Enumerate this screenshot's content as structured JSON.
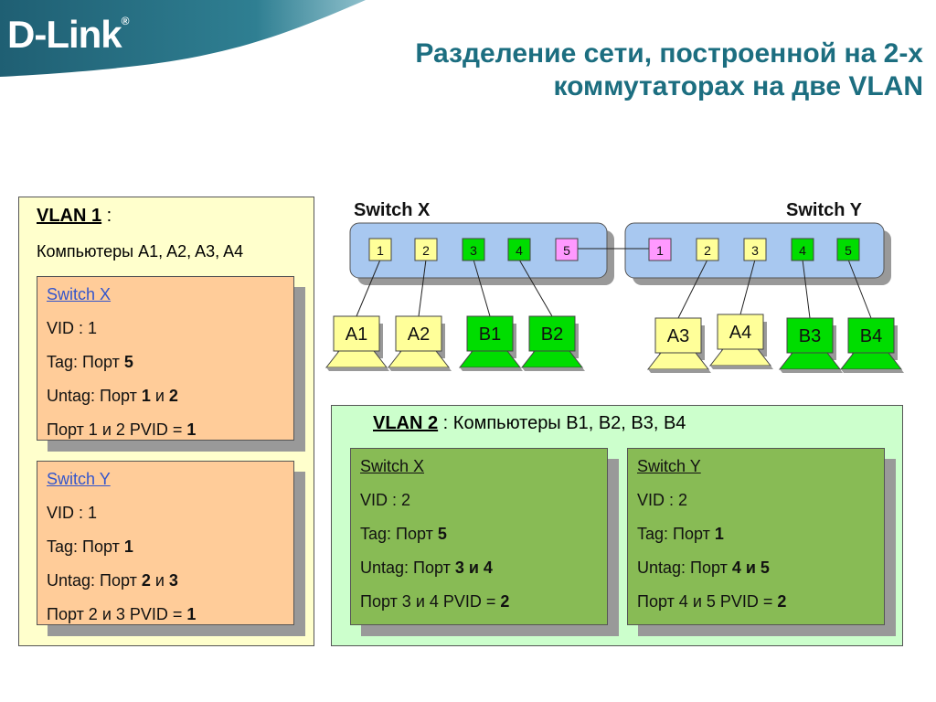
{
  "brand": "D-Link",
  "title": {
    "line1": "Разделение сети, построенной на 2-х",
    "line2": "коммутаторах на две VLAN"
  },
  "diagram": {
    "switch_x_label": "Switch X",
    "switch_y_label": "Switch Y",
    "ports": [
      "1",
      "2",
      "3",
      "4",
      "5"
    ],
    "computers_x": [
      "A1",
      "A2",
      "B1",
      "B2"
    ],
    "computers_y": [
      "A3",
      "A4",
      "B3",
      "B4"
    ]
  },
  "vlan1": {
    "name": "VLAN 1",
    "colon": " :",
    "computers": "Компьютеры A1, A2, A3, A4",
    "switch_x": {
      "header": "Switch X",
      "vid": "VID : 1",
      "tag_prefix": "Tag: Порт ",
      "tag_port": "5",
      "untag_prefix": "Untag: Порт ",
      "untag_p1": "1",
      "untag_and": " и ",
      "untag_p2": "2",
      "pvid_prefix": "Порт 1 и 2  PVID = ",
      "pvid_value": "1"
    },
    "switch_y": {
      "header": "Switch Y",
      "vid": "VID : 1",
      "tag_prefix": "Tag: Порт ",
      "tag_port": "1",
      "untag_prefix": "Untag: Порт ",
      "untag_p1": "2",
      "untag_and": " и ",
      "untag_p2": "3",
      "pvid_prefix": "Порт 2 и 3  PVID = ",
      "pvid_value": "1"
    }
  },
  "vlan2": {
    "name": "VLAN 2",
    "computers": " : Компьютеры B1, B2, B3, B4",
    "switch_x": {
      "header": "Switch X",
      "vid": "VID : 2",
      "tag_prefix": "Tag: Порт ",
      "tag_port": "5",
      "untag_prefix": "Untag: Порт ",
      "untag_ports": "3 и 4",
      "pvid_prefix": "Порт 3 и 4  PVID = ",
      "pvid_value": "2"
    },
    "switch_y": {
      "header": "Switch Y",
      "vid": "VID : 2",
      "tag_prefix": "Tag: Порт ",
      "tag_port": "1",
      "untag_prefix": "Untag: Порт ",
      "untag_ports": "4 и 5",
      "pvid_prefix": "Порт 4 и 5  PVID = ",
      "pvid_value": "2"
    }
  },
  "colors": {
    "vlan1_port": "#ffff99",
    "vlan2_port": "#00dd00",
    "trunk_port": "#ff99ff",
    "switch_body": "#a8c8f0",
    "vlan1_panel": "#ffffcc",
    "vlan2_panel": "#ccffcc",
    "vlan1_card": "#ffcc99",
    "vlan2_card": "#88bb55",
    "title_color": "#1c6e80"
  }
}
